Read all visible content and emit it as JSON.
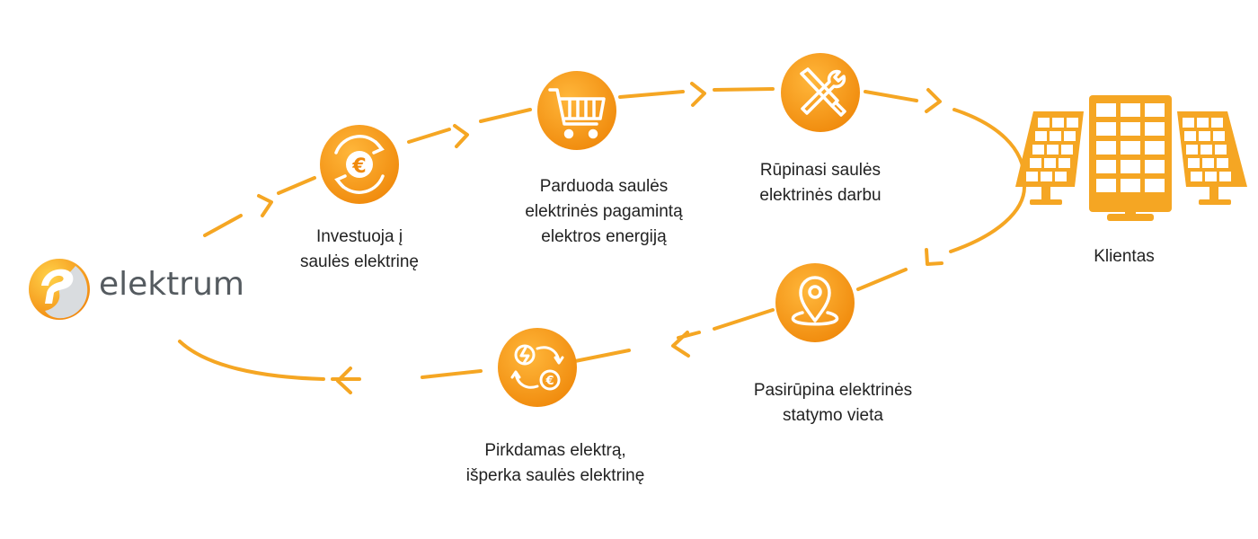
{
  "logo": {
    "brand_text": "elektrum"
  },
  "steps": [
    {
      "id": "invest",
      "lines": [
        "Investuoja į",
        "saulės elektrinę"
      ],
      "icon": "euro-exchange-icon"
    },
    {
      "id": "sell",
      "lines": [
        "Parduoda saulės",
        "elektrinės pagamintą",
        "elektros energiją"
      ],
      "icon": "shopping-cart-icon"
    },
    {
      "id": "maintain",
      "lines": [
        "Rūpinasi saulės",
        "elektrinės darbu"
      ],
      "icon": "tools-icon"
    },
    {
      "id": "client",
      "lines": [
        "Klientas"
      ],
      "icon": "solar-panels-icon"
    },
    {
      "id": "location",
      "lines": [
        "Pasirūpina elektrinės",
        "statymo vieta"
      ],
      "icon": "map-pin-icon"
    },
    {
      "id": "buyout",
      "lines": [
        "Pirkdamas elektrą,",
        "išperka saulės elektrinę"
      ],
      "icon": "energy-money-exchange-icon"
    }
  ],
  "colors": {
    "accent": "#F5A623",
    "icon_fill": "#F39C12",
    "text": "#222222",
    "brand_text": "#555B60"
  }
}
